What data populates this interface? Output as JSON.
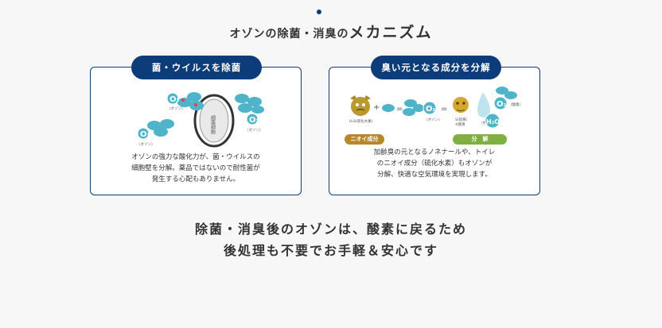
{
  "heading": {
    "part1": "オゾンの除菌・消臭の",
    "part2": "メカニズム"
  },
  "panel_left": {
    "title": "菌・ウイルスを除菌",
    "o3_label": "O",
    "o3_sub": "3",
    "ozone_label": "（オゾン）",
    "cell_label": "細菌細胞",
    "desc_lines": [
      "オゾンの強力な酸化力が、菌・ウイルスの",
      "細胞壁を分解。薬品ではないので耐性菌が",
      "発生する心配もありません。"
    ]
  },
  "panel_right": {
    "title": "臭い元となる成分を分解",
    "h2s_label": "H₂S(硫化水素)",
    "ozone_label": "（オゾン）",
    "sulfur_label": "S(硫黄)",
    "odorless_label": "※無臭",
    "water_label": "（水）",
    "oxygen_label": "（酸素）",
    "o2_text": "O",
    "o2_sub": "2",
    "h2o_text": "H",
    "h2o_sub": "2",
    "h2o_o": "O",
    "plus": "+",
    "equals": "=",
    "tag_odor": "ニオイ成分",
    "tag_decompose": "分　解",
    "desc_lines": [
      "加齢臭の元となるノネナールや、トイレ",
      "のニオイ成分（硫化水素）もオゾンが",
      "分解、快適な空気環境を実現します。"
    ]
  },
  "bottom": {
    "line1": "除菌・消臭後のオゾンは、酸素に戻るため",
    "line2": "後処理も不要でお手軽＆安心です"
  },
  "colors": {
    "navy": "#0d3c7a",
    "bubble": "#4fb3c9",
    "gold": "#b8862b",
    "green": "#7fb041"
  }
}
